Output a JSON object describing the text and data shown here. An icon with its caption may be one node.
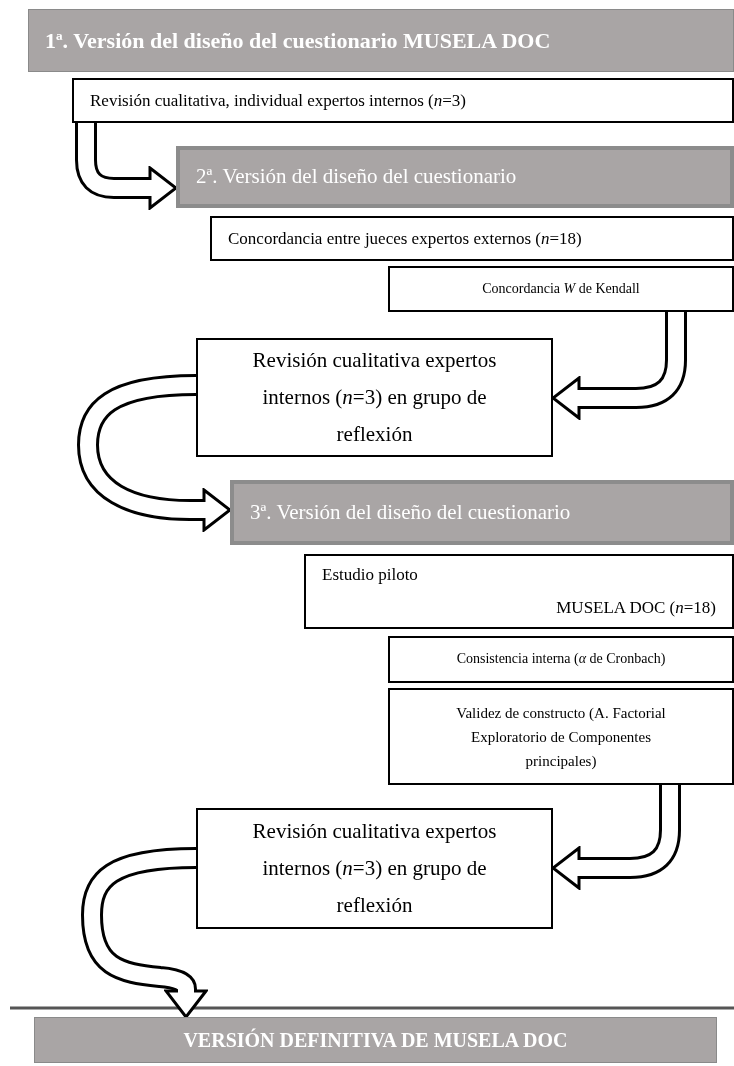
{
  "diagram": {
    "nodes": [
      {
        "text": [
          "1ª. Versión del diseño del cuestionario MUSELA DOC"
        ]
      },
      {
        "text": [
          "Revisión cualitativa, individual expertos internos (*n*=3)"
        ]
      },
      {
        "text": [
          "2ª. Versión del diseño del cuestionario"
        ]
      },
      {
        "text": [
          "Concordancia entre jueces expertos externos (*n*=18)"
        ]
      },
      {
        "text": [
          "Concordancia *W* de Kendall"
        ]
      },
      {
        "text": [
          "Revisión cualitativa expertos internos (*n*=3) en grupo de reflexión"
        ]
      },
      {
        "text": [
          "3ª. Versión del diseño del cuestionario"
        ]
      },
      {
        "text": [
          "Estudio piloto",
          "MUSELA DOC (*n*=18)"
        ]
      },
      {
        "text": [
          "Consistencia interna  (*α* de Cronbach)"
        ]
      },
      {
        "text": [
          "Validez de constructo (A. Factorial Exploratorio de Componentes principales)"
        ]
      },
      {
        "text": [
          "Revisión cualitativa expertos internos (*n*=3) en grupo de reflexión"
        ]
      },
      {
        "text": [
          "VERSIÓN DEFINITIVA DE MUSELA DOC"
        ]
      }
    ],
    "edges": [
      {
        "from": 1,
        "to": 2,
        "arrow": "to"
      },
      {
        "from": 4,
        "to": 5,
        "arrow": "to"
      },
      {
        "from": 5,
        "to": 6,
        "arrow": "to"
      },
      {
        "from": 9,
        "to": 10,
        "arrow": "to"
      },
      {
        "from": 10,
        "to": 11,
        "arrow": "to"
      }
    ]
  }
}
